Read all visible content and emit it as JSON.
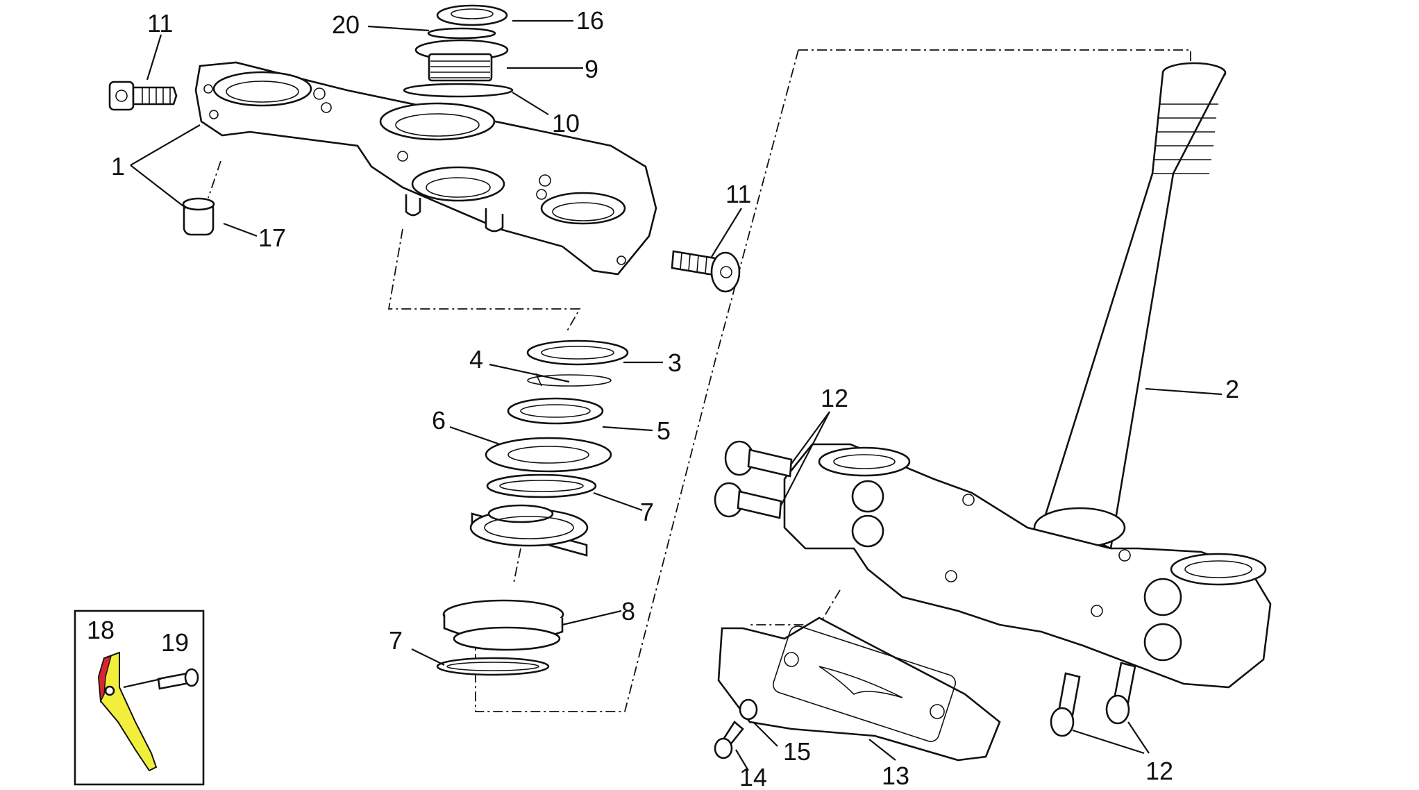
{
  "callouts": {
    "c1": "1",
    "c2": "2",
    "c3": "3",
    "c4": "4",
    "c5": "5",
    "c6": "6",
    "c7a": "7",
    "c7b": "7",
    "c8": "8",
    "c9": "9",
    "c10": "10",
    "c11a": "11",
    "c11b": "11",
    "c12a": "12",
    "c12b": "12",
    "c13": "13",
    "c14": "14",
    "c15": "15",
    "c16": "16",
    "c17": "17",
    "c18": "18",
    "c19": "19",
    "c20": "20"
  },
  "colors": {
    "highlight_fill": "#f2ee3c",
    "highlight_edge": "#d9262c"
  }
}
